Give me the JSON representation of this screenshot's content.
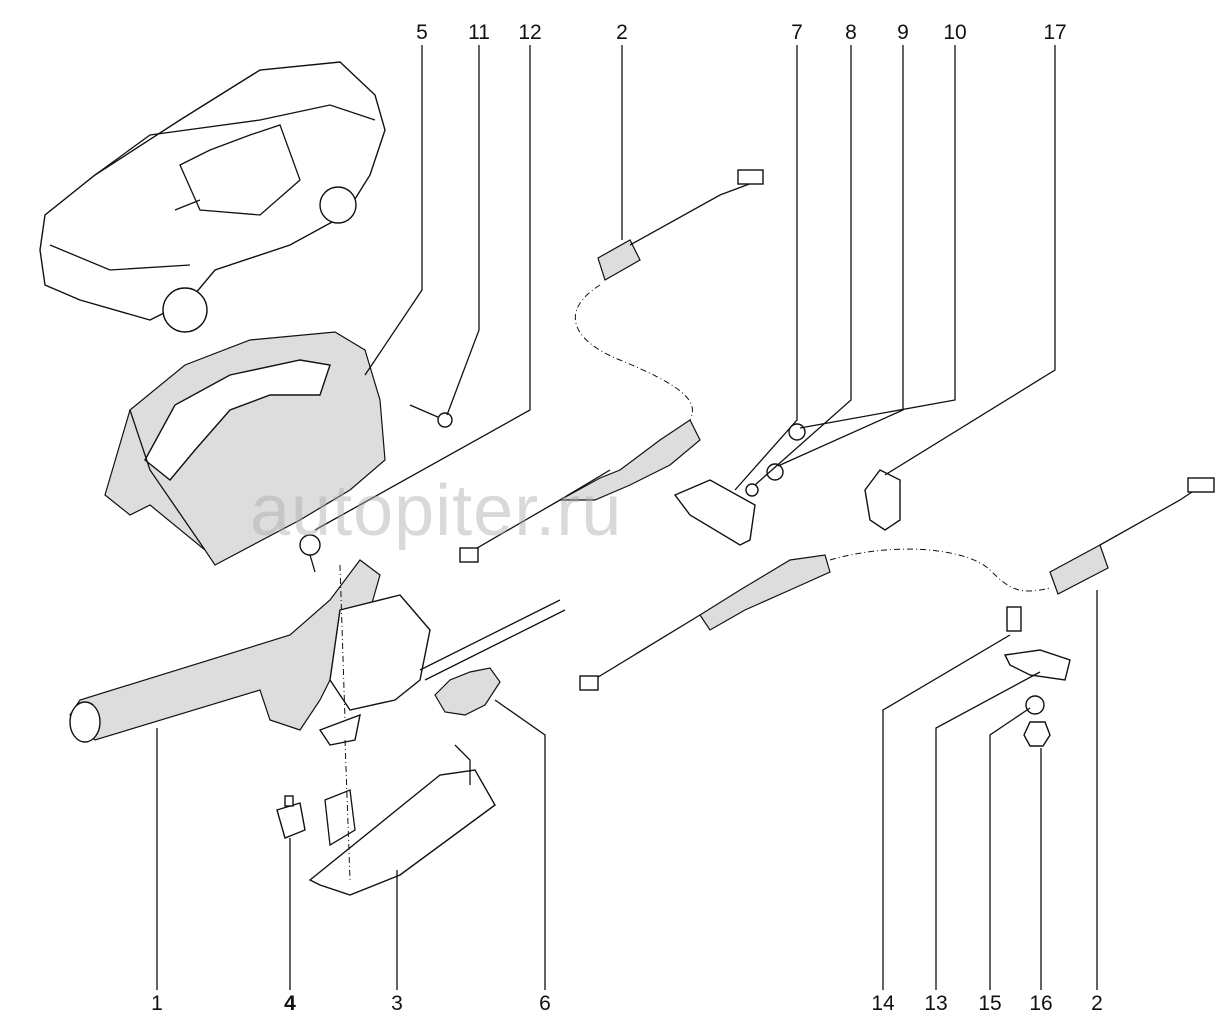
{
  "watermark": "autopiter.ru",
  "callouts": {
    "top": [
      "5",
      "11",
      "12",
      "2",
      "7",
      "8",
      "9",
      "10",
      "17"
    ],
    "bottom": [
      "1",
      "4",
      "3",
      "6",
      "14",
      "13",
      "15",
      "16",
      "2"
    ]
  }
}
